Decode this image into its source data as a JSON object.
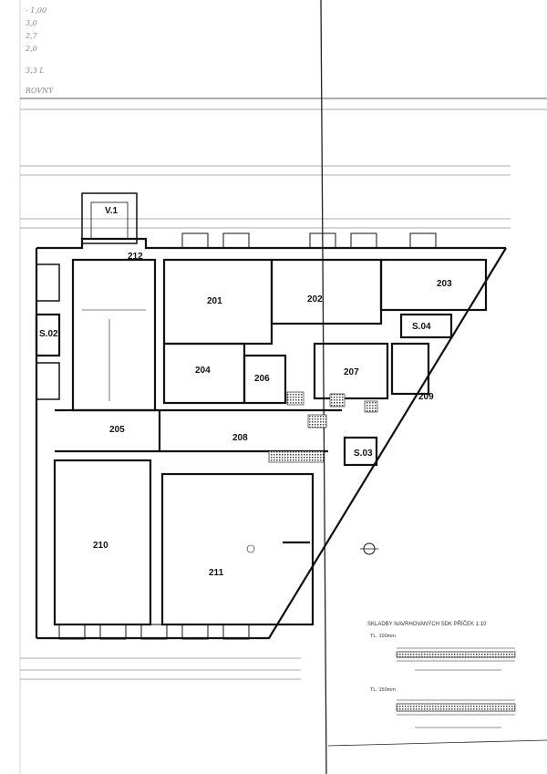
{
  "margin_notes": [
    "- 1,00",
    "3,0",
    "2,7",
    "2,0",
    "3,3 L",
    "ROVNÝ"
  ],
  "rooms": [
    {
      "id": "V.1"
    },
    {
      "id": "212"
    },
    {
      "id": "201"
    },
    {
      "id": "202"
    },
    {
      "id": "203"
    },
    {
      "id": "S.04"
    },
    {
      "id": "S.02"
    },
    {
      "id": "204"
    },
    {
      "id": "206"
    },
    {
      "id": "207"
    },
    {
      "id": "209"
    },
    {
      "id": "205"
    },
    {
      "id": "208"
    },
    {
      "id": "S.03"
    },
    {
      "id": "210"
    },
    {
      "id": "211"
    }
  ],
  "legend": {
    "title": "SKLADBY NAVRHOVANÝCH SDK PŘÍČEK 1:10",
    "items": [
      {
        "label": "TL. 100mm"
      },
      {
        "label": "TL. 150mm"
      }
    ]
  },
  "colors": {
    "ink": "#1a1a1a",
    "paper": "#ffffff",
    "hatch": "#555555"
  }
}
